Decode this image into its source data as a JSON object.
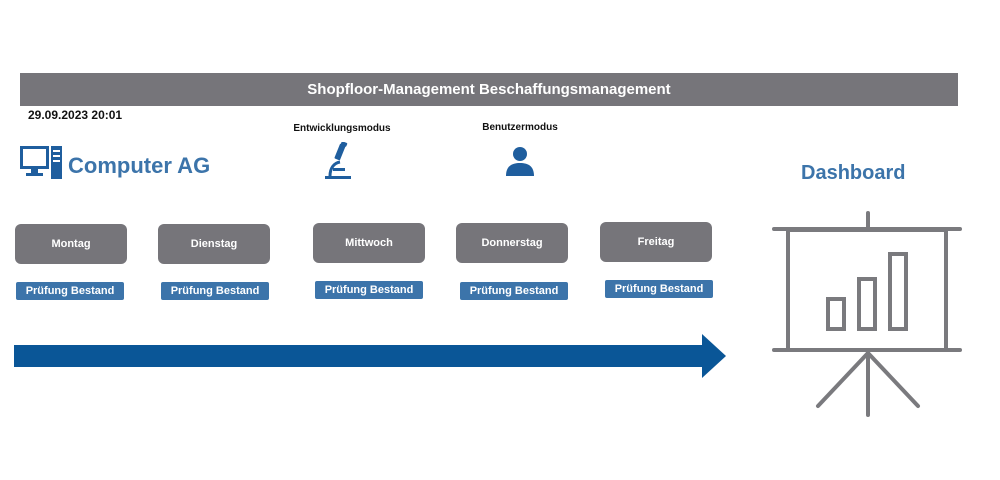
{
  "header": {
    "title": "Shopfloor-Management Beschaffungsmanagement"
  },
  "timestamp": "29.09.2023 20:01",
  "modes": {
    "development": {
      "label": "Entwicklungsmodus",
      "icon": "microscope-icon"
    },
    "user": {
      "label": "Benutzermodus",
      "icon": "user-icon"
    }
  },
  "brand": {
    "name": "Computer AG",
    "icon": "computer-icon"
  },
  "days": [
    {
      "label": "Montag",
      "check_label": "Prüfung Bestand"
    },
    {
      "label": "Dienstag",
      "check_label": "Prüfung Bestand"
    },
    {
      "label": "Mittwoch",
      "check_label": "Prüfung Bestand"
    },
    {
      "label": "Donnerstag",
      "check_label": "Prüfung Bestand"
    },
    {
      "label": "Freitag",
      "check_label": "Prüfung Bestand"
    }
  ],
  "dashboard": {
    "title": "Dashboard",
    "icon": "presentation-chart-icon"
  },
  "colors": {
    "header_bg": "#76757a",
    "accent_blue": "#3c74aa",
    "arrow_blue": "#0a5697",
    "icon_blue": "#1f5e9e",
    "dashboard_gray": "#7a7a7e"
  }
}
